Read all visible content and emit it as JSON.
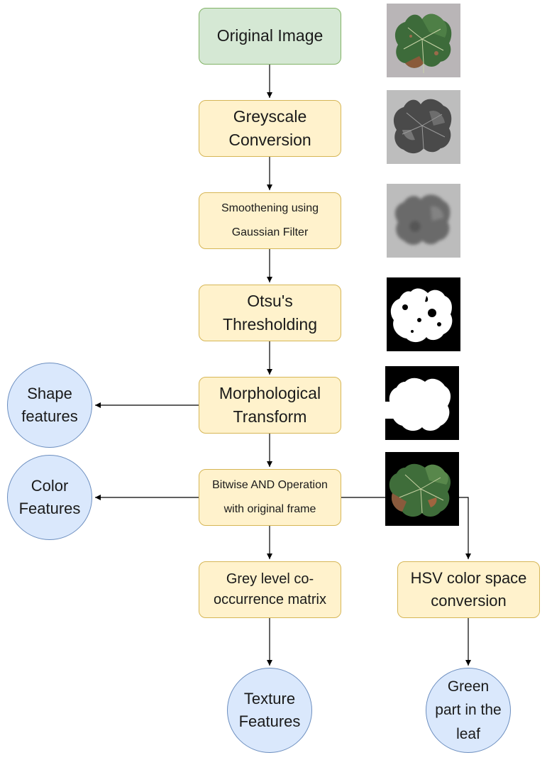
{
  "nodes": {
    "original": "Original Image",
    "greyscale": "Greyscale\nConversion",
    "smoothening": "Smoothening using\nGaussian Filter",
    "otsu": "Otsu's\nThresholding",
    "morph": "Morphological\nTransform",
    "bitwise": "Bitwise AND Operation\nwith original frame",
    "glcm": "Grey level co-\noccurrence matrix",
    "hsv": "HSV color space\nconversion"
  },
  "outputs": {
    "shape": "Shape\nfeatures",
    "color": "Color\nFeatures",
    "texture": "Texture\nFeatures",
    "green": "Green\npart in the\nleaf"
  },
  "thumbnails": [
    {
      "name": "original-leaf-image",
      "style": "color leaf on grey background"
    },
    {
      "name": "greyscale-leaf-image",
      "style": "grey leaf"
    },
    {
      "name": "smoothed-leaf-image",
      "style": "blurred grey leaf"
    },
    {
      "name": "otsu-mask-image",
      "style": "white mask with holes on black"
    },
    {
      "name": "morph-mask-image",
      "style": "solid white mask on black"
    },
    {
      "name": "masked-leaf-image",
      "style": "color leaf on black"
    }
  ],
  "colors": {
    "process_fill": "#fff2cc",
    "process_stroke": "#d6b656",
    "start_fill": "#d5e8d4",
    "start_stroke": "#82b366",
    "output_fill": "#dae8fc",
    "output_stroke": "#6c8ebf"
  }
}
